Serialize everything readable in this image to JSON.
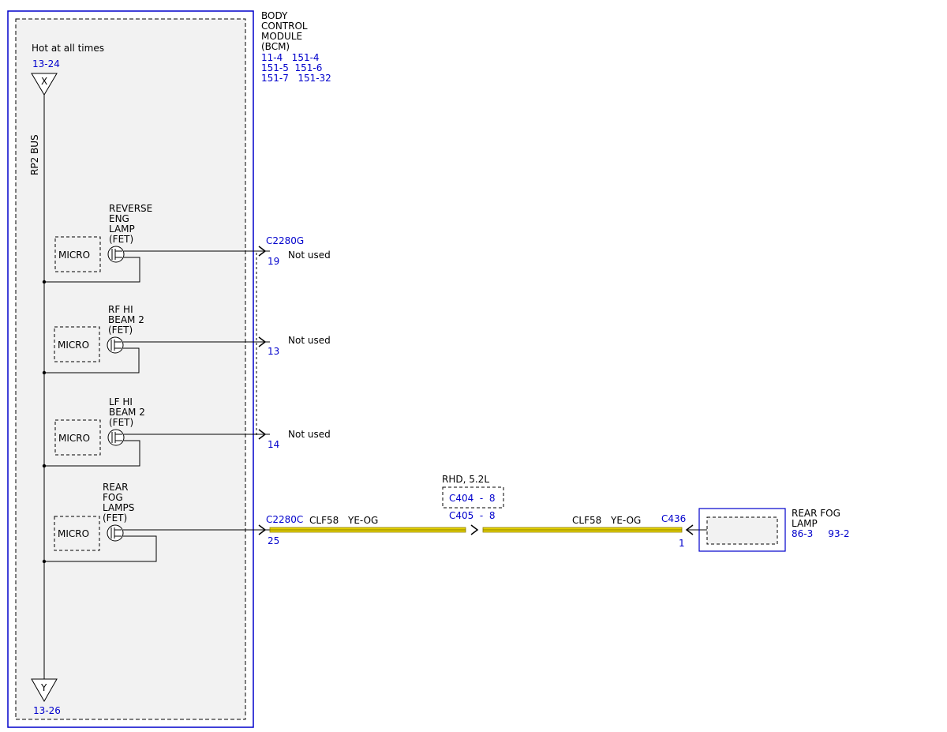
{
  "module": {
    "name_lines": [
      "BODY",
      "CONTROL",
      "MODULE",
      "(BCM)"
    ],
    "refs": [
      "11-4   151-4",
      "151-5  151-6",
      "151-7   151-32"
    ],
    "power_label": "Hot at all times",
    "top_ref": "13-24",
    "top_symbol": "X",
    "bus_label": "RP2 BUS",
    "bottom_symbol": "Y",
    "bottom_ref": "13-26",
    "micro_label": "MICRO",
    "drivers": [
      {
        "label_lines": [
          "REVERSE",
          "ENG",
          "LAMP",
          "(FET)"
        ],
        "connector": "C2280G",
        "pin": "19",
        "status": "Not used"
      },
      {
        "label_lines": [
          "RF HI",
          "BEAM 2",
          "(FET)"
        ],
        "connector": "",
        "pin": "13",
        "status": "Not used"
      },
      {
        "label_lines": [
          "LF HI",
          "BEAM 2",
          "(FET)"
        ],
        "connector": "",
        "pin": "14",
        "status": "Not used"
      },
      {
        "label_lines": [
          "REAR",
          "FOG",
          "LAMPS",
          "(FET)"
        ],
        "connector": "C2280C",
        "pin": "25",
        "status": ""
      }
    ]
  },
  "circuit": {
    "code_left": "CLF58",
    "color_left": "YE-OG",
    "code_right": "CLF58",
    "color_right": "YE-OG",
    "wire_color": "#e6d200"
  },
  "inline": {
    "option": "RHD, 5.2L",
    "conn1": "C404  -  8",
    "conn2": "C405  -  8"
  },
  "lamp": {
    "connector": "C436",
    "pin": "1",
    "name_lines": [
      "REAR FOG",
      "LAMP"
    ],
    "refs": "86-3     93-2"
  }
}
